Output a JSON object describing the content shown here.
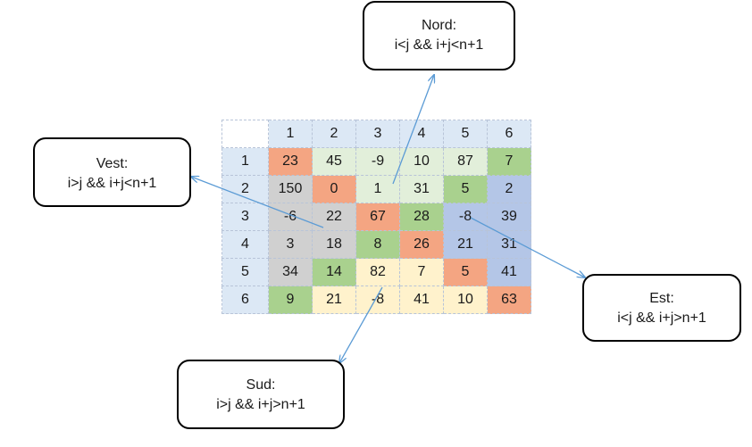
{
  "matrix": {
    "col_headers": [
      "1",
      "2",
      "3",
      "4",
      "5",
      "6"
    ],
    "rows": [
      {
        "header": "1",
        "cells": [
          "23",
          "45",
          "-9",
          "10",
          "87",
          "7"
        ]
      },
      {
        "header": "2",
        "cells": [
          "150",
          "0",
          "1",
          "31",
          "5",
          "2"
        ]
      },
      {
        "header": "3",
        "cells": [
          "-6",
          "22",
          "67",
          "28",
          "-8",
          "39"
        ]
      },
      {
        "header": "4",
        "cells": [
          "3",
          "18",
          "8",
          "26",
          "21",
          "31"
        ]
      },
      {
        "header": "5",
        "cells": [
          "34",
          "14",
          "82",
          "7",
          "5",
          "41"
        ]
      },
      {
        "header": "6",
        "cells": [
          "9",
          "21",
          "-8",
          "41",
          "10",
          "63"
        ]
      }
    ],
    "cell_colors": {
      "main_diagonal": "#f4a582",
      "anti_diagonal": "#a9d18e",
      "nord": "#e2efda",
      "vest": "#d0d0d0",
      "est": "#b4c6e7",
      "sud": "#fff2cc"
    }
  },
  "regions": {
    "nord": {
      "title": "Nord:",
      "condition": "i<j && i+j<n+1"
    },
    "vest": {
      "title": "Vest:",
      "condition": "i>j && i+j<n+1"
    },
    "est": {
      "title": "Est:",
      "condition": "i<j && i+j>n+1"
    },
    "sud": {
      "title": "Sud:",
      "condition": "i>j && i+j>n+1"
    }
  },
  "arrow_color": "#5b9bd5"
}
